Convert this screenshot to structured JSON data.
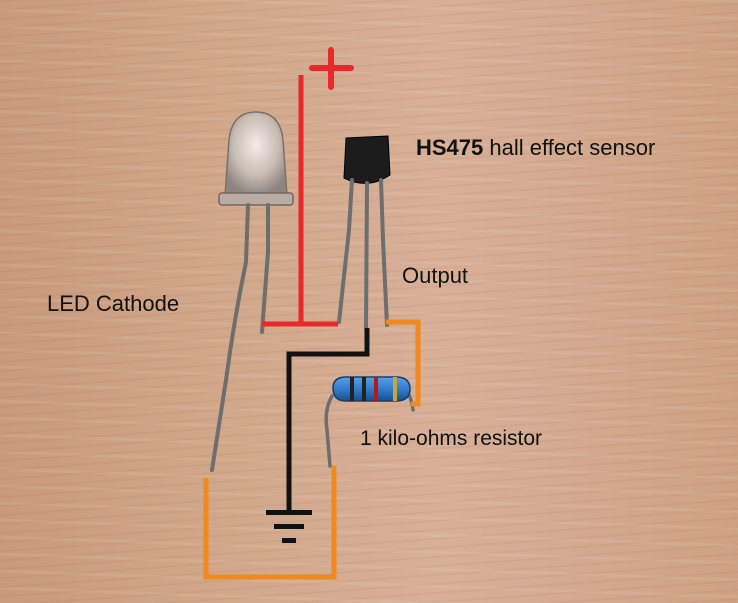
{
  "labels": {
    "plus": "+",
    "led_cathode": "LED Cathode",
    "output": "Output",
    "resistor": "1 kilo-ohms resistor",
    "sensor_model": "HS475",
    "sensor_desc": " hall effect sensor"
  },
  "colors": {
    "positive_wire": "#e8282a",
    "output_wire": "#f08a1e",
    "ground_wire": "#111111",
    "resistor_body": "#2f78c8"
  },
  "icons": [
    "ground-symbol-icon",
    "plus-sign-icon"
  ]
}
